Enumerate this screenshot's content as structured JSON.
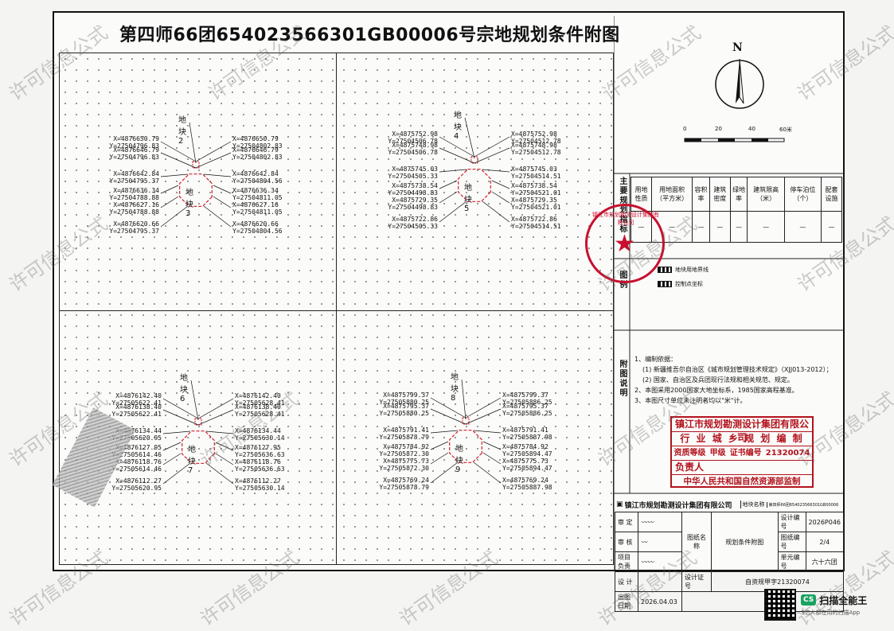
{
  "title": "第四师66团654023566301GB00006号宗地规划条件附图",
  "watermark": "许可信息公式",
  "north": {
    "label": "N",
    "scale_ticks": [
      "0",
      "20",
      "40",
      "60米"
    ]
  },
  "plots": [
    {
      "label": "地块2",
      "center_label": "地块3",
      "left": [
        [
          "X=4876650.79",
          "Y=27504796.83"
        ],
        [
          "X=4876646.79",
          "Y=27504796.83"
        ],
        [
          "X=4876642.84",
          "Y=27504795.37"
        ],
        [
          "X=4876636.34",
          "Y=27504788.88"
        ],
        [
          "X=4876627.16",
          "Y=27504788.88"
        ],
        [
          "X=4876620.66",
          "Y=27504795.37"
        ]
      ],
      "right": [
        [
          "X=4876650.79",
          "Y=27504802.83"
        ],
        [
          "X=4876646.79",
          "Y=27504802.83"
        ],
        [
          "X=4876642.84",
          "Y=27504804.56"
        ],
        [
          "X=4876636.34",
          "Y=27504811.05"
        ],
        [
          "X=4876627.16",
          "Y=27504811.05"
        ],
        [
          "X=4876620.66",
          "Y=27504804.56"
        ]
      ]
    },
    {
      "label": "地块4",
      "center_label": "地块5",
      "left": [
        [
          "X=4875752.98",
          "Y=27504506.78"
        ],
        [
          "X=4875748.98",
          "Y=27504506.78"
        ],
        [
          "X=4875745.03",
          "Y=27504505.33"
        ],
        [
          "X=4875738.54",
          "Y=27504498.83"
        ],
        [
          "X=4875729.35",
          "Y=27504498.83"
        ],
        [
          "X=4875722.86",
          "Y=27504505.33"
        ]
      ],
      "right": [
        [
          "X=4875752.98",
          "Y=27504512.78"
        ],
        [
          "X=4875748.98",
          "Y=27504512.78"
        ],
        [
          "X=4875745.03",
          "Y=27504514.51"
        ],
        [
          "X=4875738.54",
          "Y=27504521.01"
        ],
        [
          "X=4875729.35",
          "Y=27504521.01"
        ],
        [
          "X=4875722.86",
          "Y=27504514.51"
        ]
      ]
    },
    {
      "label": "地块6",
      "center_label": "地块7",
      "left": [
        [
          "X=4876142.40",
          "Y=27505622.41"
        ],
        [
          "X=4876138.40",
          "Y=27505622.41"
        ],
        [
          "X=4876134.44",
          "Y=27505620.95"
        ],
        [
          "X=4876127.95",
          "Y=27505614.46"
        ],
        [
          "X=4876118.76",
          "Y=27505614.46"
        ],
        [
          "X=4876112.27",
          "Y=27505620.95"
        ]
      ],
      "right": [
        [
          "X=4876142.40",
          "Y=27505628.41"
        ],
        [
          "X=4876138.40",
          "Y=27505628.41"
        ],
        [
          "X=4876134.44",
          "Y=27505630.14"
        ],
        [
          "X=4876127.95",
          "Y=27505636.63"
        ],
        [
          "X=4876118.76",
          "Y=27505636.63"
        ],
        [
          "X=4876112.27",
          "Y=27505630.14"
        ]
      ]
    },
    {
      "label": "地块8",
      "center_label": "地块9",
      "left": [
        [
          "X=4875799.37",
          "Y=27505880.25"
        ],
        [
          "X=4875795.37",
          "Y=27505880.25"
        ],
        [
          "X=4875791.41",
          "Y=27505878.79"
        ],
        [
          "X=4875784.92",
          "Y=27505872.30"
        ],
        [
          "X=4875775.73",
          "Y=27505872.30"
        ],
        [
          "X=4875769.24",
          "Y=27505878.79"
        ]
      ],
      "right": [
        [
          "X=4875799.37",
          "Y=27505886.25"
        ],
        [
          "X=4875795.37",
          "Y=27505886.25"
        ],
        [
          "X=4875791.41",
          "Y=27505887.98"
        ],
        [
          "X=4875784.92",
          "Y=27505894.47"
        ],
        [
          "X=4875775.73",
          "Y=27505894.47"
        ],
        [
          "X=4875769.24",
          "Y=27505887.98"
        ]
      ]
    }
  ],
  "conditions": {
    "side_label": "主要规划指标",
    "headers": [
      "用地性质",
      "用地面积（平方米）",
      "容积率",
      "建筑密度",
      "绿地率",
      "建筑限高（米）",
      "停车泊位（个）",
      "配套设施"
    ],
    "values": [
      "—",
      "—",
      "—",
      "—",
      "—",
      "—",
      "—",
      "—"
    ]
  },
  "legend": {
    "side_label": "图例",
    "items": [
      "地块用地界线",
      "控制点坐标"
    ]
  },
  "notes": {
    "side_label": "附图说明",
    "lines": [
      "1、编制依据：",
      "(1) 新疆维吾尔自治区《城市规划管理技术规定》（XJJ013-2012）；",
      "(2) 国家、自治区及兵团现行法规和相关规范、规定。",
      "2、本图采用2000国家大地坐标系，1985国家高程基准。",
      "3、本图尺寸单位未注明者均以\"米\"计。"
    ]
  },
  "qualification": {
    "company": "镇江市规划勘测设计集团有限公司",
    "industry": "行 业 城 乡 规 划 编 制",
    "grade_label": "资质等级",
    "grade": "甲级",
    "cert_label": "证书编号",
    "cert_no": "21320074",
    "person_label": "负责人",
    "supervisor": "中华人民共和国自然资源部监制"
  },
  "titleblock": {
    "company": "镇江市规划勘测设计集团有限公司",
    "parcel_label": "地块名称",
    "parcel_name": "第四师66团654023566301GB00006号宗地",
    "roles": [
      "审 定",
      "审 核",
      "项目负责",
      "设 计"
    ],
    "drawing_name_label": "图纸名称",
    "drawing_name": "规划条件附图",
    "design_no_label": "设计编号",
    "design_no": "2026P046",
    "sheet_no_label": "图纸编号",
    "sheet_no": "2/4",
    "scale_label": "单元编号",
    "scale": "六十六团",
    "cert_label": "设计证号",
    "cert": "自资规甲字21320074",
    "date_label": "出图日期",
    "date": "2026.04.03"
  },
  "stamp_text": "镇江市规划勘测设计集团有限公司",
  "scanner": {
    "brand": "扫描全能王",
    "tagline": "3亿人都在用的扫描App",
    "logo": "CS"
  }
}
